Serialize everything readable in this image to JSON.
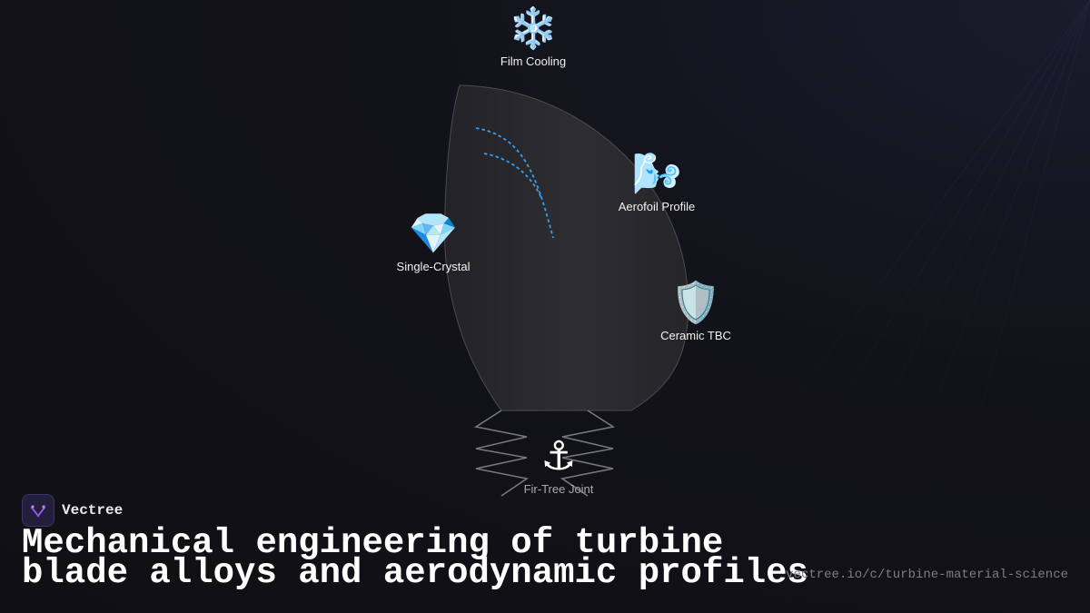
{
  "diagram": {
    "nodes": [
      {
        "id": "film-cooling",
        "emoji": "❄️",
        "label": "Film Cooling",
        "icon": "snowflake-icon"
      },
      {
        "id": "aerofoil-profile",
        "emoji": "🌬️",
        "label": "Aerofoil Profile",
        "icon": "wind-icon"
      },
      {
        "id": "single-crystal",
        "emoji": "💎",
        "label": "Single-Crystal",
        "icon": "gem-icon"
      },
      {
        "id": "ceramic-tbc",
        "emoji": "🛡️",
        "label": "Ceramic TBC",
        "icon": "shield-icon"
      },
      {
        "id": "fir-tree-joint",
        "emoji": "⚓",
        "label": "Fir-Tree Joint",
        "icon": "anchor-icon"
      }
    ],
    "colors": {
      "blade_fill": "#2a2a2e",
      "blade_stroke": "#4a4a52",
      "cooling_flow": "#3a9ee8",
      "root_stroke": "#77777f"
    }
  },
  "brand": {
    "name": "Vectree"
  },
  "title": {
    "line1": "Mechanical engineering of turbine",
    "line2": "blade alloys and aerodynamic profiles"
  },
  "url": "vectree.io/c/turbine-material-science"
}
